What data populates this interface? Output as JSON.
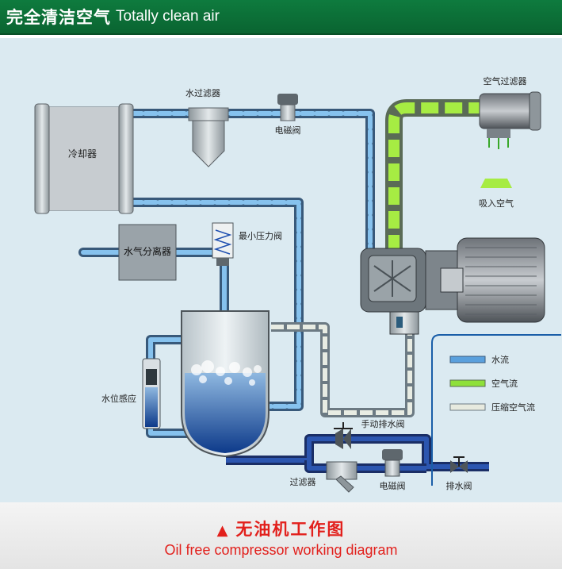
{
  "header": {
    "title_cn": "完全清洁空气",
    "title_en": "Totally clean air"
  },
  "labels": {
    "cooler": "冷却器",
    "water_filter": "水过滤器",
    "solenoid_top": "电磁阀",
    "air_filter": "空气过滤器",
    "air_intake": "吸入空气",
    "separator": "水气分离器",
    "min_pressure_valve": "最小压力阀",
    "level_sensor": "水位感应",
    "manual_drain": "手动排水阀",
    "strainer": "过滤器",
    "solenoid_bottom": "电磁阀",
    "drain_valve": "排水阀"
  },
  "legend": [
    {
      "label": "水流",
      "color": "#5aa0dd"
    },
    {
      "label": "空气流",
      "color": "#8ee03a"
    },
    {
      "label": "压缩空气流",
      "color": "#e7eadf"
    }
  ],
  "footer": {
    "title_cn": "无油机工作图",
    "title_en": "Oil free compressor working diagram",
    "marker": "▲"
  }
}
